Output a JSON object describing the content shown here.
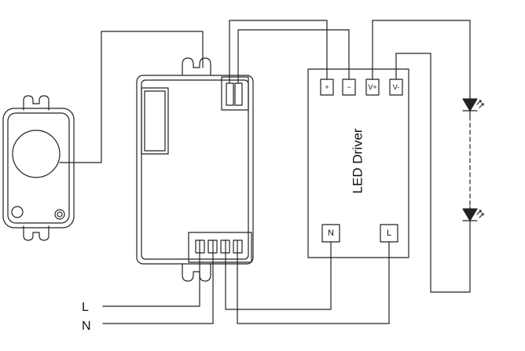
{
  "driver": {
    "title": "LED Driver",
    "terminals_top": [
      "+",
      "−",
      "V+",
      "V-"
    ],
    "terminals_bottom": [
      "N",
      "L"
    ]
  },
  "mains": {
    "live_label": "L",
    "neutral_label": "N"
  },
  "icons": {
    "led_1": "led-diode-icon",
    "led_2": "led-diode-icon"
  },
  "colors": {
    "line": "#222222",
    "background": "#ffffff"
  }
}
